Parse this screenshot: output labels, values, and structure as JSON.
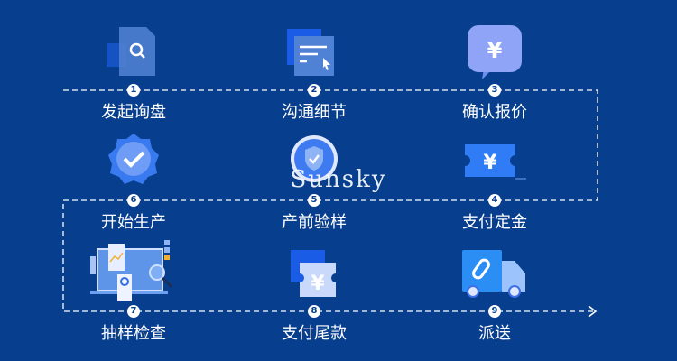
{
  "steps": [
    {
      "num": "1",
      "label": "发起询盘",
      "icon": "inquiry-search-icon"
    },
    {
      "num": "2",
      "label": "沟通细节",
      "icon": "communication-document-icon"
    },
    {
      "num": "3",
      "label": "确认报价",
      "icon": "quote-yen-bubble-icon"
    },
    {
      "num": "4",
      "label": "支付定金",
      "icon": "deposit-yen-ticket-icon"
    },
    {
      "num": "5",
      "label": "产前验样",
      "icon": "sample-shield-icon"
    },
    {
      "num": "6",
      "label": "开始生产",
      "icon": "production-badge-check-icon"
    },
    {
      "num": "7",
      "label": "抽样检查",
      "icon": "inspection-dashboard-icon"
    },
    {
      "num": "8",
      "label": "支付尾款",
      "icon": "final-payment-yen-icon"
    },
    {
      "num": "9",
      "label": "派送",
      "icon": "delivery-truck-icon"
    }
  ],
  "watermark": "Sunsky",
  "colors": {
    "background": "#073f8e",
    "accent": "#2f7cf6",
    "icon_light": "#8fb4f5"
  }
}
